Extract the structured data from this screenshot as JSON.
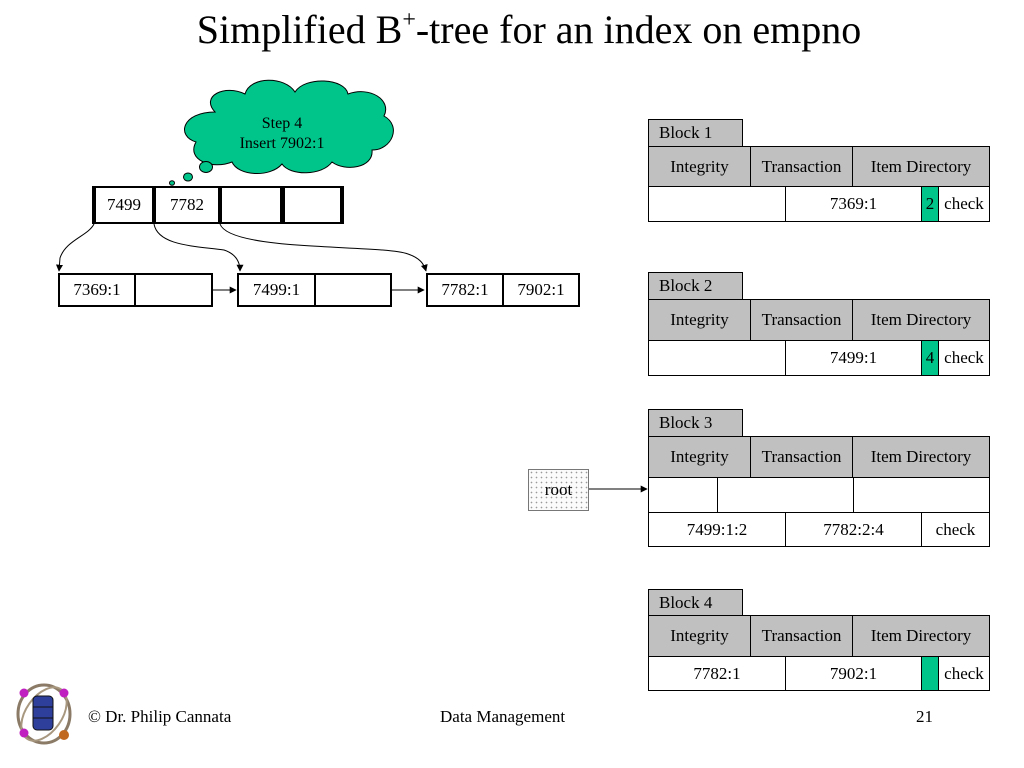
{
  "slide": {
    "title_main": "Simplified B",
    "title_sup": "+",
    "title_rest": "-tree for an index on empno"
  },
  "cloud": {
    "line1": "Step 4",
    "line2": "Insert 7902:1"
  },
  "tree": {
    "internal": [
      "7499",
      "7782",
      "",
      ""
    ],
    "leaves": [
      [
        "7369:1",
        ""
      ],
      [
        "7499:1",
        ""
      ],
      [
        "7782:1",
        "7902:1"
      ]
    ]
  },
  "blocks": [
    {
      "tab": "Block 1",
      "headers": [
        "Integrity",
        "Transaction",
        "Item Directory"
      ],
      "row": [
        "",
        "7369:1",
        "2",
        "check"
      ]
    },
    {
      "tab": "Block 2",
      "headers": [
        "Integrity",
        "Transaction",
        "Item Directory"
      ],
      "row": [
        "",
        "7499:1",
        "4",
        "check"
      ]
    },
    {
      "tab": "Block 3",
      "headers": [
        "Integrity",
        "Transaction",
        "Item Directory"
      ],
      "row_empty": [
        "",
        "",
        ""
      ],
      "row": [
        "7499:1:2",
        "7782:2:4",
        "check"
      ]
    },
    {
      "tab": "Block 4",
      "headers": [
        "Integrity",
        "Transaction",
        "Item Directory"
      ],
      "row": [
        "7782:1",
        "7902:1",
        "",
        "check"
      ]
    }
  ],
  "root_label": "root",
  "footer": {
    "author": "© Dr. Philip Cannata",
    "course": "Data Management",
    "page": "21"
  },
  "colors": {
    "highlight": "#00c58a",
    "header_gray": "#c0c0c0",
    "cloud_fill": "#00c58a"
  }
}
